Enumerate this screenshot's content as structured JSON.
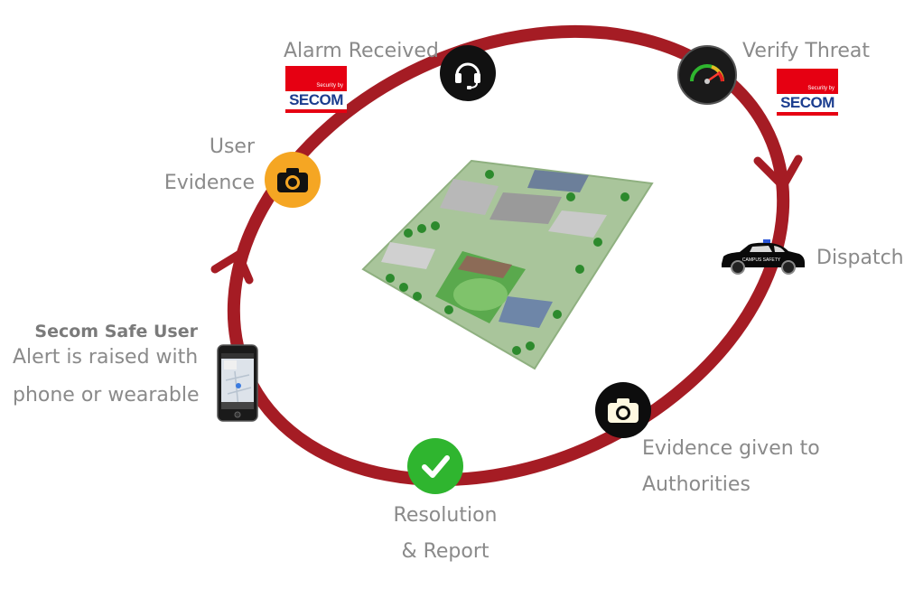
{
  "steps": {
    "alarm_received": {
      "label": "Alarm Received",
      "icon": "headset-icon",
      "logo": "SECOM",
      "logo_tag": "Security by"
    },
    "verify_threat": {
      "label": "Verify Threat",
      "icon": "gauge-icon",
      "logo": "SECOM",
      "logo_tag": "Security by"
    },
    "dispatch": {
      "label": "Dispatch",
      "icon": "police-car-icon",
      "car_text": "CAMPUS SAFETY"
    },
    "evidence_authorities": {
      "line1": "Evidence given to",
      "line2": "Authorities",
      "icon": "camera-icon"
    },
    "resolution": {
      "line1": "Resolution",
      "line2": "& Report",
      "icon": "checkmark-icon"
    },
    "secom_user": {
      "title": "Secom Safe User",
      "line1": "Alert is raised with",
      "line2": "phone or wearable",
      "icon": "smartphone-icon"
    },
    "user_evidence": {
      "line1": "User",
      "line2": "Evidence",
      "icon": "camera-icon"
    }
  },
  "colors": {
    "ring": "#a51c24",
    "label_text": "#8a8a8a",
    "secom_red": "#e60012",
    "secom_blue": "#1b3d8f",
    "camera_yellow": "#f5a623",
    "check_green": "#2fb52f",
    "icon_black": "#111111"
  },
  "center_image": {
    "icon": "campus-map-image"
  }
}
